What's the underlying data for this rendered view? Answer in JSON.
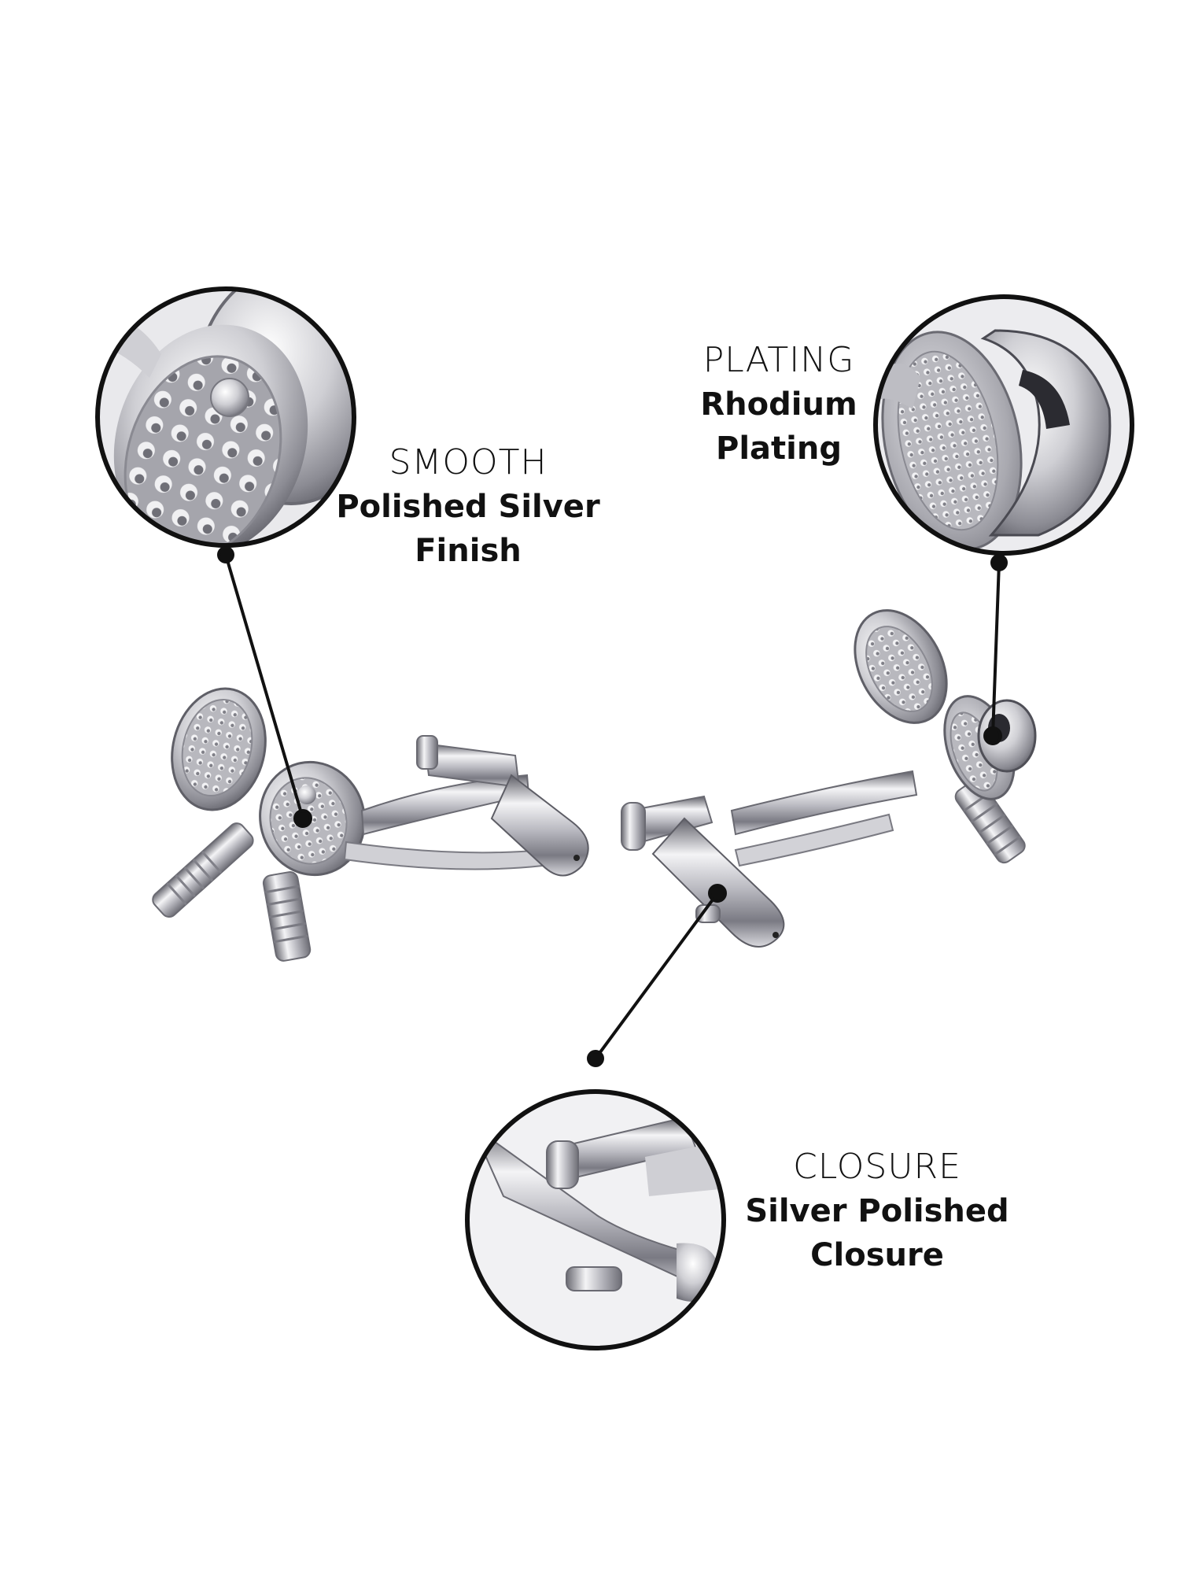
{
  "callouts": {
    "finish": {
      "heading": "SMOOTH",
      "detail": "Polished Silver\nFinish"
    },
    "plating": {
      "heading": "PLATING",
      "detail": "Rhodium\nPlating"
    },
    "closure": {
      "heading": "CLOSURE",
      "detail": "Silver Polished\nClosure"
    }
  },
  "colors": {
    "background": "#ffffff",
    "metal_light": "#f2f2f4",
    "metal_mid": "#c3c3c8",
    "metal_dark": "#5a5a62",
    "line": "#111111"
  }
}
